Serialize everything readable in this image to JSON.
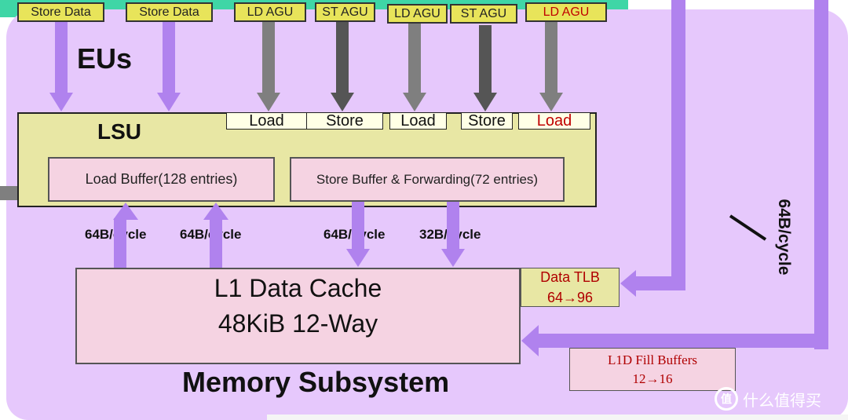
{
  "exec_units": {
    "label": "EUs",
    "units": [
      {
        "label": "Store Data",
        "style": "normal"
      },
      {
        "label": "Store Data",
        "style": "normal"
      },
      {
        "label": "LD AGU",
        "style": "normal"
      },
      {
        "label": "ST AGU",
        "style": "normal"
      },
      {
        "label": "LD AGU",
        "style": "normal"
      },
      {
        "label": "ST AGU",
        "style": "normal"
      },
      {
        "label": "LD AGU",
        "style": "red"
      }
    ]
  },
  "lsu": {
    "title": "LSU",
    "ports": [
      {
        "label": "Load",
        "style": "normal"
      },
      {
        "label": "Store",
        "style": "normal"
      },
      {
        "label": "Load",
        "style": "normal"
      },
      {
        "label": "Store",
        "style": "normal"
      },
      {
        "label": "Load",
        "style": "red"
      }
    ],
    "load_buffer": "Load Buffer(128 entries)",
    "store_buffer": "Store Buffer & Forwarding(72 entries)"
  },
  "bandwidth": {
    "labels": [
      "64B/cycle",
      "64B/cycle",
      "64B/cycle",
      "32B/cycle"
    ],
    "side_label": "64B/cycle"
  },
  "l1_cache": {
    "line1": "L1 Data Cache",
    "line2": "48KiB 12-Way"
  },
  "data_tlb": {
    "title": "Data TLB",
    "value": "64→96"
  },
  "fill_buffers": {
    "title": "L1D Fill Buffers",
    "value": "12→16"
  },
  "subsystem_label": "Memory Subsystem",
  "watermark": "什么值得买",
  "colors": {
    "lavender_bg": "#e6c8fc",
    "arrow_purple": "#b082ee",
    "arrow_gray": "#7f7f7f",
    "arrow_dark": "#555555",
    "highlight_red": "#c00000"
  }
}
